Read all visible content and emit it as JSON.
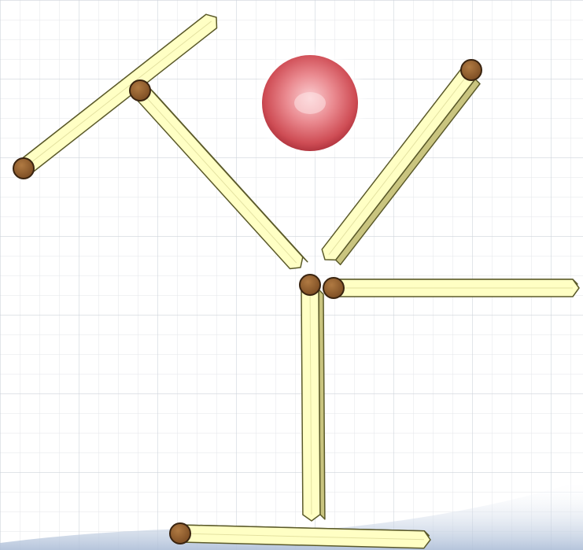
{
  "puzzle": {
    "matchstick_count": 6,
    "ball_count": 1,
    "background": "grid-paper"
  },
  "colors": {
    "paper": "#ffffff",
    "grid_line": "#d9dde3",
    "grid_major": "#c9ced6",
    "stick_top": "#ffffc4",
    "stick_side": "#c9c47f",
    "stick_outline": "#5b5a2a",
    "match_head": "#8a5a2c",
    "match_head_outline": "#3a2410",
    "ball_light": "#f7b8bc",
    "ball_mid": "#e06a70",
    "ball_dark": "#b8373f",
    "ground_tint": "#c8d6ea"
  },
  "matchsticks": [
    {
      "id": "left-arm-top",
      "icon": "matchstick-icon",
      "head": true
    },
    {
      "id": "left-arm-diagonal",
      "icon": "matchstick-icon",
      "head": true
    },
    {
      "id": "right-arm-diagonal",
      "icon": "matchstick-icon",
      "head": true
    },
    {
      "id": "right-arm-horizontal",
      "icon": "matchstick-icon",
      "head": true
    },
    {
      "id": "stem-vertical",
      "icon": "matchstick-icon",
      "head": true
    },
    {
      "id": "base-horizontal",
      "icon": "matchstick-icon",
      "head": true
    }
  ],
  "ball": {
    "icon": "cherry-ball-icon",
    "color": "red"
  }
}
